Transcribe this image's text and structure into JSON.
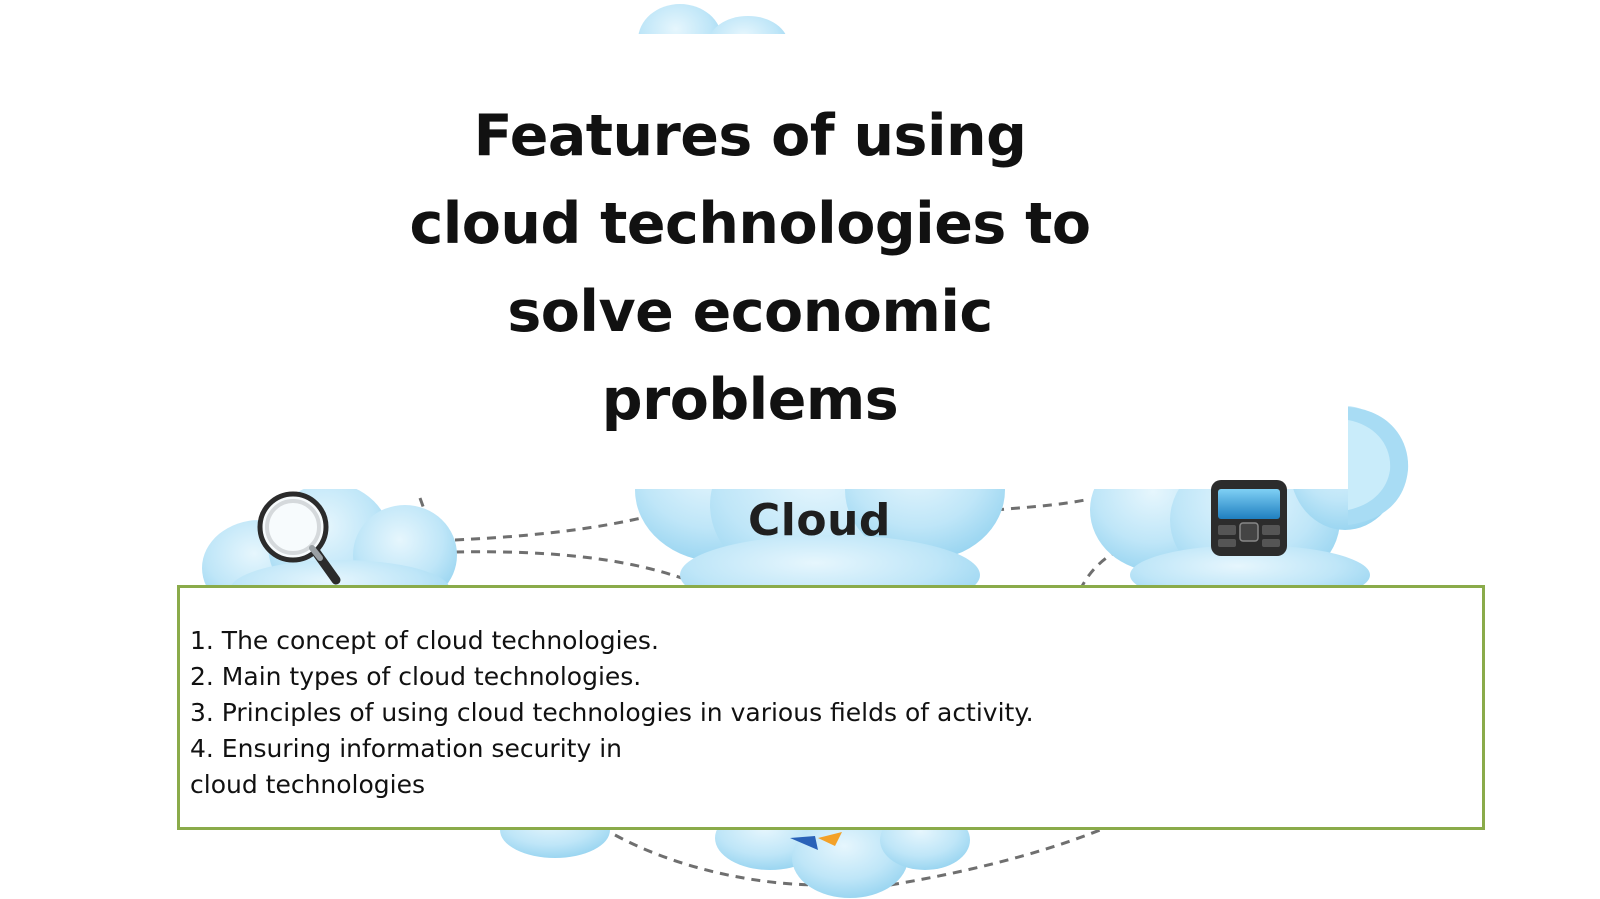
{
  "slide": {
    "title_lines": [
      "Features of using",
      "cloud technologies to",
      "solve economic",
      "problems"
    ],
    "diagram_label": "Cloud",
    "topics": [
      "1. The concept of cloud technologies.",
      "2. Main types of cloud technologies.",
      "3. Principles of using cloud technologies in various fields of activity.",
      "4. Ensuring information security in",
      "cloud technologies"
    ]
  },
  "colors": {
    "cloud_fill": "#a8dcf4",
    "cloud_highlight": "#e6f6fd",
    "box_border": "#8aab4a",
    "dash_line": "#6f6f6f",
    "text": "#111111"
  },
  "icons": [
    "magnifier-icon",
    "mobile-phone-icon",
    "chart-icon"
  ]
}
